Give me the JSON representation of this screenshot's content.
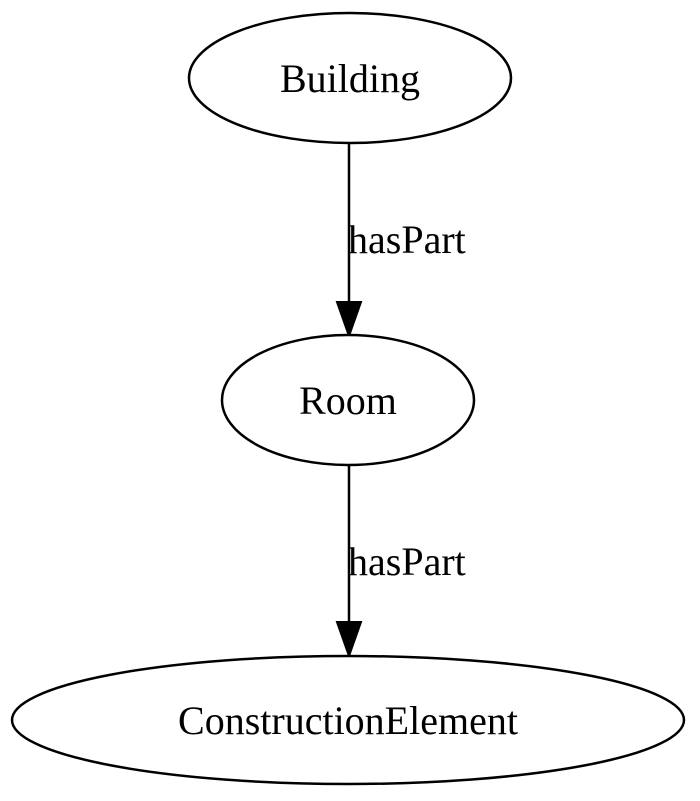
{
  "nodes": {
    "building": {
      "label": "Building"
    },
    "room": {
      "label": "Room"
    },
    "construction_element": {
      "label": "ConstructionElement"
    }
  },
  "edges": [
    {
      "from": "Building",
      "to": "Room",
      "label": "hasPart"
    },
    {
      "from": "Room",
      "to": "ConstructionElement",
      "label": "hasPart"
    }
  ]
}
